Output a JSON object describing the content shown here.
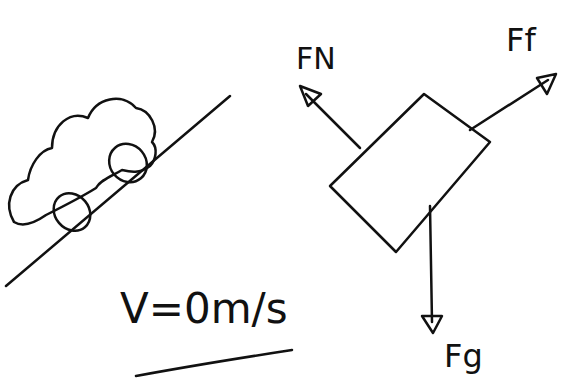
{
  "diagram": {
    "labels": [
      "FN",
      "Ff",
      "Fg",
      "V=0m/s"
    ]
  }
}
